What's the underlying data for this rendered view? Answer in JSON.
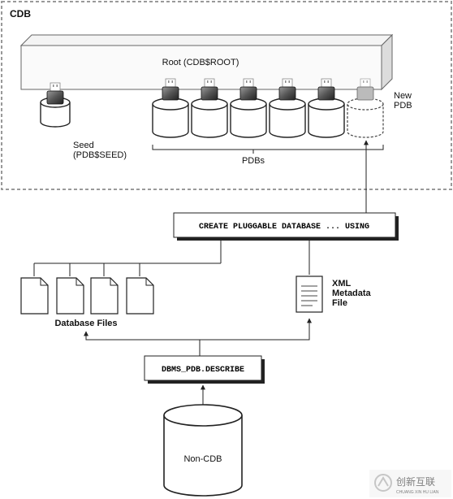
{
  "cdb_label": "CDB",
  "root_label": "Root (CDB$ROOT)",
  "seed_label_line1": "Seed",
  "seed_label_line2": "(PDB$SEED)",
  "pdbs_label": "PDBs",
  "new_pdb_line1": "New",
  "new_pdb_line2": "PDB",
  "create_command": "CREATE PLUGGABLE DATABASE ... USING",
  "xml_line1": "XML",
  "xml_line2": "Metadata",
  "xml_line3": "File",
  "database_files_label": "Database Files",
  "describe_command": "DBMS_PDB.DESCRIBE",
  "non_cdb_label": "Non-CDB",
  "watermark_text": "创新互联",
  "watermark_subtext": "CHUANG XIN HU LIAN"
}
